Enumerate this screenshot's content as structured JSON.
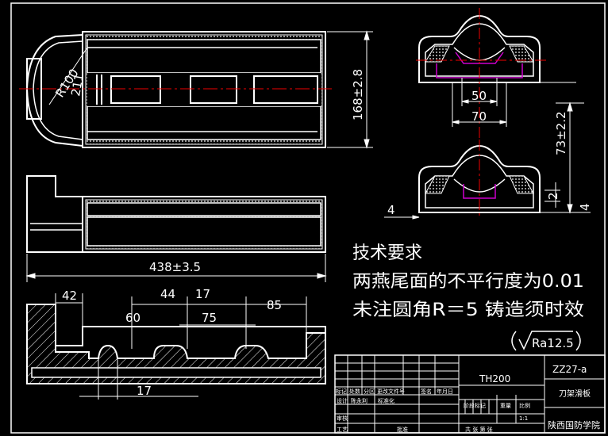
{
  "drawing": {
    "dims": {
      "height_168": "168±2.8",
      "length_438": "438±3.5",
      "width_50": "50",
      "width_70": "70",
      "height_73": "73±2.2",
      "side_4_left": "4",
      "side_4_right": "4",
      "side_2": "2",
      "radius_100": "R100",
      "radius_211": "211",
      "d42": "42",
      "d44": "44",
      "d17_top": "17",
      "d85": "85",
      "d60": "60",
      "d75": "75",
      "d17_bottom": "17"
    },
    "notes": {
      "heading": "技术要求",
      "line1": "两燕尾面的不平行度为0.01",
      "line2": "未注圆角R＝5 铸造须时效"
    },
    "roughness": "Ra12.5",
    "title_block": {
      "material": "TH200",
      "drawing_no": "ZZ27-a",
      "part_name": "刀架滑板",
      "school": "陕西国防学院",
      "headers": [
        "标记",
        "处数",
        "分区",
        "更改文件号",
        "签名",
        "年月日"
      ],
      "row2": [
        "设计",
        "陈永利",
        "标准化"
      ],
      "stage": "阶段标记",
      "weight": "重量",
      "scale": "比例",
      "scale_value": "1:1",
      "approve": "审核",
      "process": "工艺",
      "batch": "批准",
      "sheet_info": "共 张 第 张"
    }
  }
}
